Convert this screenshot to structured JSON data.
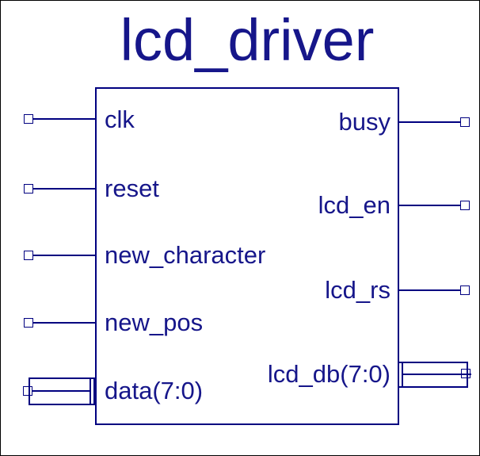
{
  "diagram": {
    "title": "lcd_driver",
    "component_type": "block-symbol",
    "colors": {
      "line": "#000080",
      "text": "#16168a",
      "frame": "#000000",
      "background": "#ffffff"
    },
    "ports": {
      "inputs": [
        {
          "label": "clk",
          "type": "scalar"
        },
        {
          "label": "reset",
          "type": "scalar"
        },
        {
          "label": "new_character",
          "type": "scalar"
        },
        {
          "label": "new_pos",
          "type": "scalar"
        },
        {
          "label": "data(7:0)",
          "type": "bus",
          "width": 8
        }
      ],
      "outputs": [
        {
          "label": "busy",
          "type": "scalar"
        },
        {
          "label": "lcd_en",
          "type": "scalar"
        },
        {
          "label": "lcd_rs",
          "type": "scalar"
        },
        {
          "label": "lcd_db(7:0)",
          "type": "bus",
          "width": 8
        }
      ]
    }
  }
}
